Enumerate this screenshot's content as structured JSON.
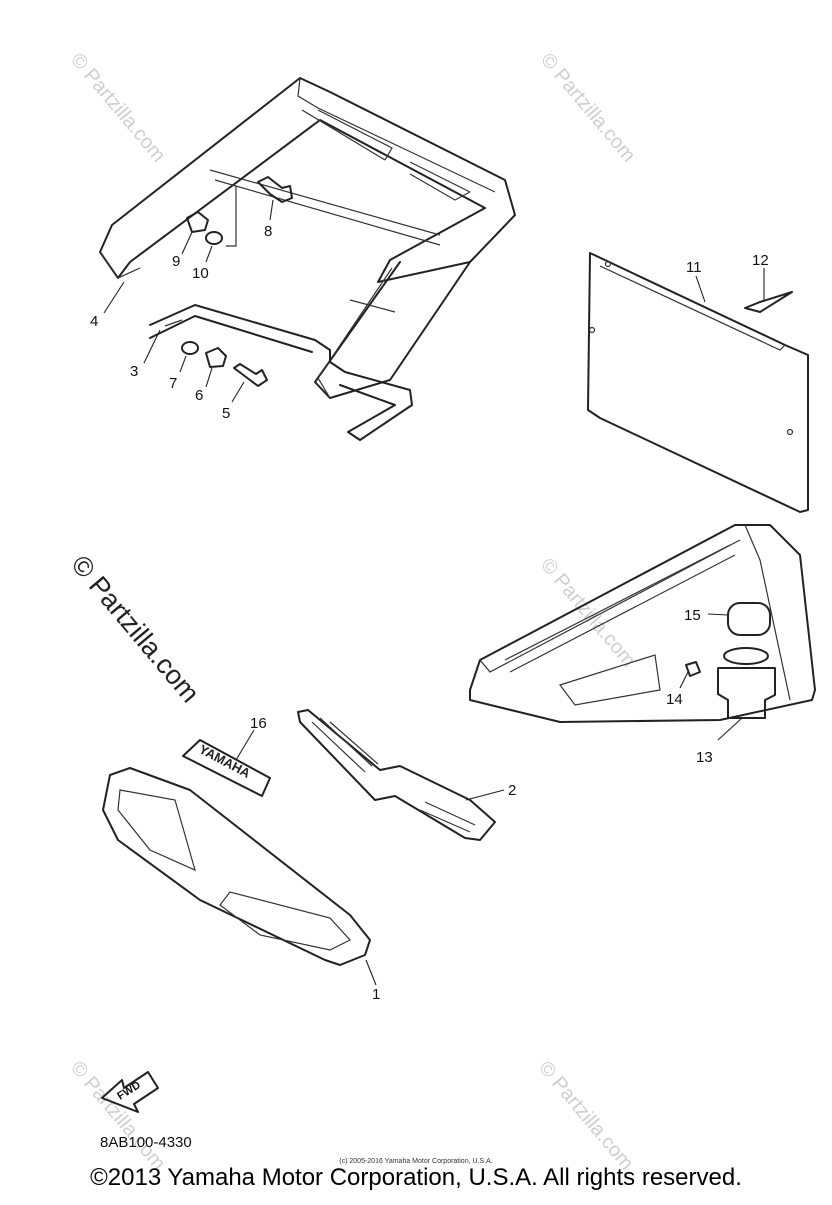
{
  "watermark": "© Partzilla.com",
  "callouts": [
    "1",
    "2",
    "3",
    "4",
    "5",
    "6",
    "7",
    "8",
    "9",
    "10",
    "11",
    "12",
    "13",
    "14",
    "15",
    "16"
  ],
  "decal_text": "YAMAHA",
  "fwd_label": "FWD",
  "diagram_code": "8AB100-4330",
  "small_copyright": "(c) 2005-2016 Yamaha Motor Corporation, U.S.A.",
  "copyright": "©2013 Yamaha Motor Corporation, U.S.A. All rights reserved."
}
